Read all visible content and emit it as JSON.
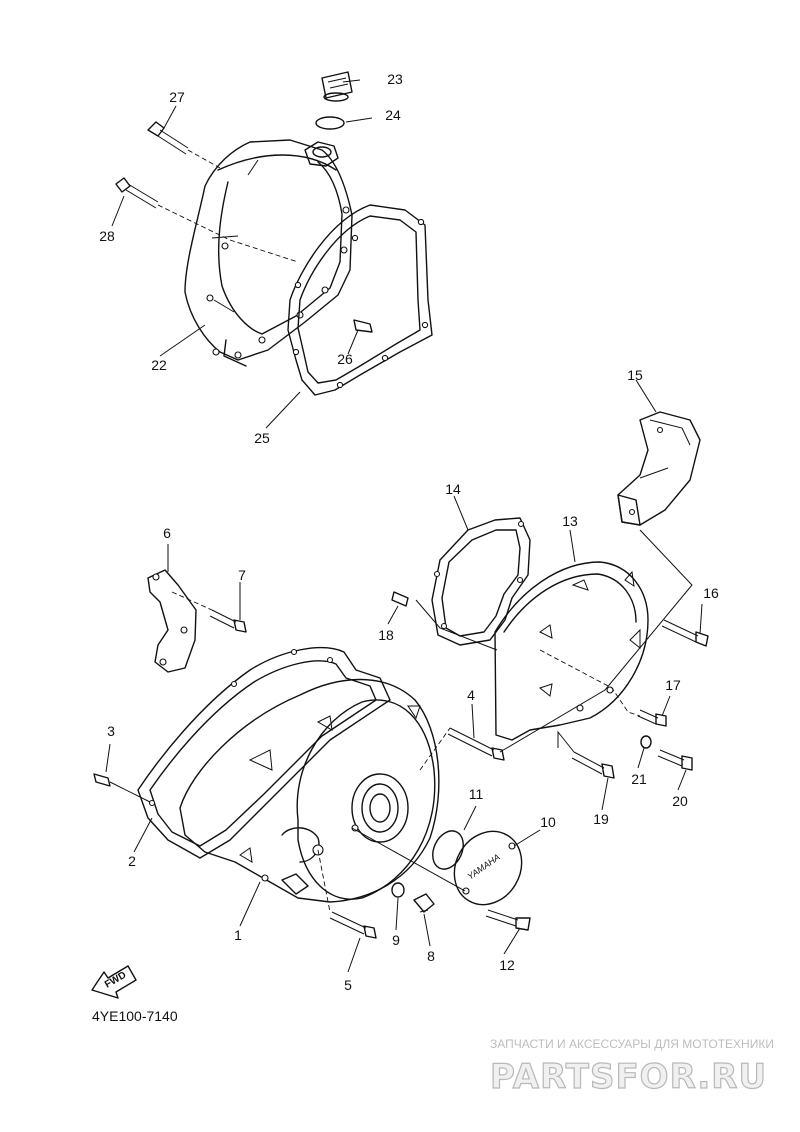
{
  "diagram": {
    "drawing_code": "4YE100-7140",
    "fwd_label": "FWD",
    "cover_emblem": "YAMAHA",
    "callouts": [
      "1",
      "2",
      "3",
      "4",
      "5",
      "6",
      "7",
      "8",
      "9",
      "10",
      "11",
      "12",
      "13",
      "14",
      "15",
      "16",
      "17",
      "18",
      "19",
      "20",
      "21",
      "22",
      "23",
      "24",
      "25",
      "26",
      "27",
      "28"
    ]
  },
  "watermark": {
    "tagline": "ЗАПЧАСТИ И АКСЕССУАРЫ ДЛЯ МОТОТЕХНИКИ",
    "logo": "PARTSFOR.RU"
  }
}
